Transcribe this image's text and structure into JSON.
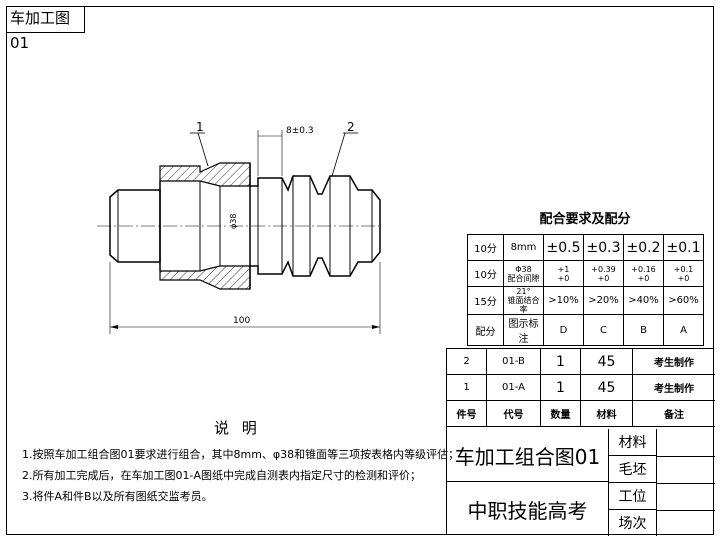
{
  "tab_title": "车加工图01",
  "drawing": {
    "dim_total": "100",
    "dim_gap": "8±0.3",
    "dim_dia": "φ38",
    "leader1": "1",
    "leader2": "2"
  },
  "fit_table": {
    "caption": "配合要求及配分",
    "rows": [
      {
        "score": "10分",
        "item": "8mm",
        "cells": [
          "±0.5",
          "±0.3",
          "±0.2",
          "±0.1"
        ],
        "tol": true
      },
      {
        "score": "10分",
        "item": "Φ38\n配合间隙",
        "cells": [
          "+1\n+0",
          "+0.39\n+0",
          "+0.16\n+0",
          "+0.1\n+0"
        ]
      },
      {
        "score": "15分",
        "item": "21°\n锥面结合率",
        "cells": [
          ">10%",
          ">20%",
          ">40%",
          ">60%"
        ]
      },
      {
        "score": "配分",
        "item": "图示标注",
        "cells": [
          "D",
          "C",
          "B",
          "A"
        ]
      }
    ]
  },
  "notes": {
    "title": "说 明",
    "items": [
      "1.按照车加工组合图01要求进行组合，其中8mm、φ38和锥面等三项按表格内等级评估；",
      "2.所有加工完成后，在车加工图01-A图纸中完成自测表内指定尺寸的检测和评价；",
      "3.将件A和件B以及所有图纸交监考员。"
    ]
  },
  "title_block": {
    "parts": [
      {
        "no": "2",
        "code": "01-B",
        "qty": "1",
        "mat": "45",
        "note": "考生制作"
      },
      {
        "no": "1",
        "code": "01-A",
        "qty": "1",
        "mat": "45",
        "note": "考生制作"
      }
    ],
    "header": {
      "no": "件号",
      "code": "代号",
      "qty": "数量",
      "mat": "材料",
      "note": "备注"
    },
    "drawing_name": "车加工组合图01",
    "school": "中职技能高考",
    "labels": [
      "材料",
      "毛坯",
      "工位",
      "场次"
    ]
  }
}
